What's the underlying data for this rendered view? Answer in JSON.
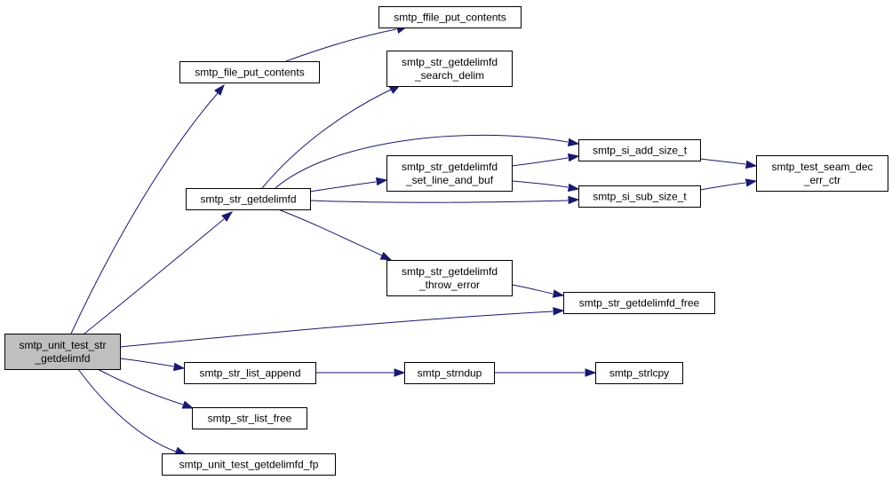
{
  "graph": {
    "nodes": [
      {
        "id": "root",
        "lines": [
          "smtp_unit_test_str",
          "_getdelimfd"
        ],
        "root": true
      },
      {
        "id": "file_put",
        "lines": [
          "smtp_file_put_contents"
        ]
      },
      {
        "id": "ffile_put",
        "lines": [
          "smtp_ffile_put_contents"
        ]
      },
      {
        "id": "search_delim",
        "lines": [
          "smtp_str_getdelimfd",
          "_search_delim"
        ]
      },
      {
        "id": "getdelimfd",
        "lines": [
          "smtp_str_getdelimfd"
        ]
      },
      {
        "id": "set_line",
        "lines": [
          "smtp_str_getdelimfd",
          "_set_line_and_buf"
        ]
      },
      {
        "id": "add_size",
        "lines": [
          "smtp_si_add_size_t"
        ]
      },
      {
        "id": "sub_size",
        "lines": [
          "smtp_si_sub_size_t"
        ]
      },
      {
        "id": "seam",
        "lines": [
          "smtp_test_seam_dec",
          "_err_ctr"
        ]
      },
      {
        "id": "throw_error",
        "lines": [
          "smtp_str_getdelimfd",
          "_throw_error"
        ]
      },
      {
        "id": "free",
        "lines": [
          "smtp_str_getdelimfd_free"
        ]
      },
      {
        "id": "list_append",
        "lines": [
          "smtp_str_list_append"
        ]
      },
      {
        "id": "strndup",
        "lines": [
          "smtp_strndup"
        ]
      },
      {
        "id": "strlcpy",
        "lines": [
          "smtp_strlcpy"
        ]
      },
      {
        "id": "list_free",
        "lines": [
          "smtp_str_list_free"
        ]
      },
      {
        "id": "getdelimfd_fp",
        "lines": [
          "smtp_unit_test_getdelimfd_fp"
        ]
      }
    ],
    "edges": [
      {
        "from": "root",
        "to": "file_put"
      },
      {
        "from": "file_put",
        "to": "ffile_put"
      },
      {
        "from": "root",
        "to": "getdelimfd"
      },
      {
        "from": "getdelimfd",
        "to": "search_delim"
      },
      {
        "from": "getdelimfd",
        "to": "add_size"
      },
      {
        "from": "getdelimfd",
        "to": "set_line"
      },
      {
        "from": "getdelimfd",
        "to": "sub_size"
      },
      {
        "from": "getdelimfd",
        "to": "throw_error"
      },
      {
        "from": "set_line",
        "to": "add_size"
      },
      {
        "from": "set_line",
        "to": "sub_size"
      },
      {
        "from": "add_size",
        "to": "seam"
      },
      {
        "from": "sub_size",
        "to": "seam"
      },
      {
        "from": "throw_error",
        "to": "free"
      },
      {
        "from": "root",
        "to": "free"
      },
      {
        "from": "root",
        "to": "list_append"
      },
      {
        "from": "list_append",
        "to": "strndup"
      },
      {
        "from": "strndup",
        "to": "strlcpy"
      },
      {
        "from": "root",
        "to": "list_free"
      },
      {
        "from": "root",
        "to": "getdelimfd_fp"
      }
    ]
  }
}
